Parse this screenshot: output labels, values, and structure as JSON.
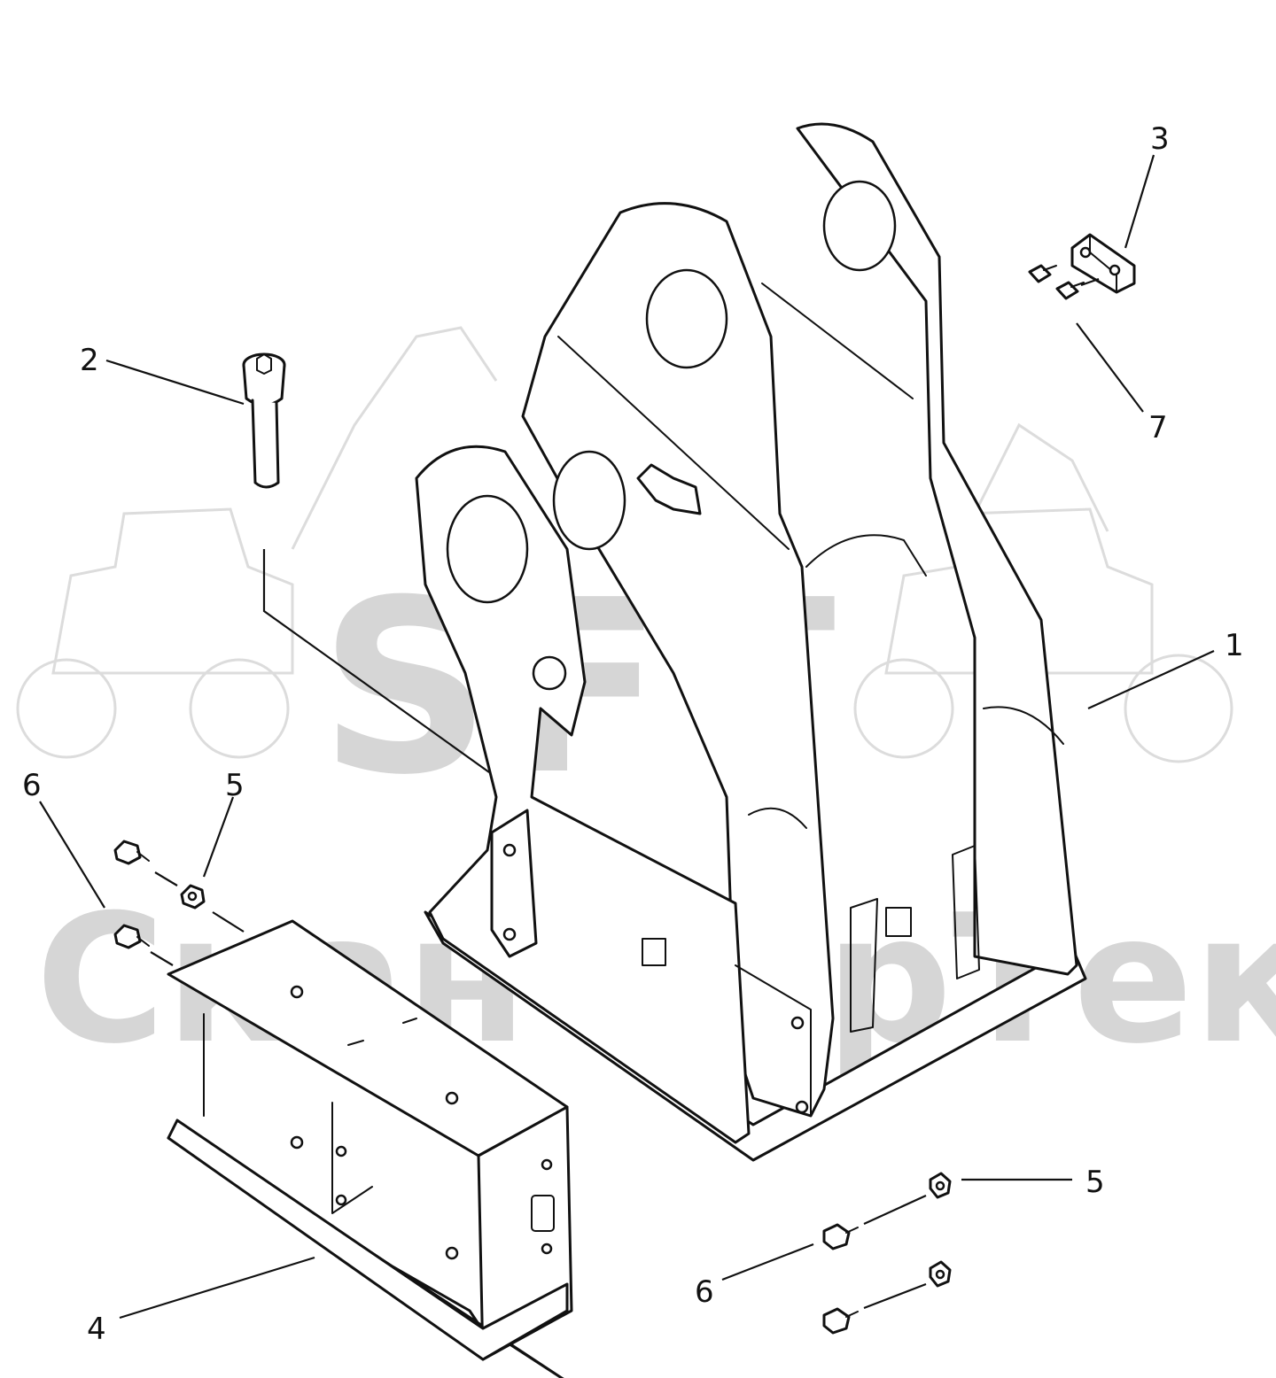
{
  "watermark": {
    "logo_text": "SFT",
    "company_text": "СканФорТек"
  },
  "callouts": [
    {
      "id": "1",
      "label": "1"
    },
    {
      "id": "2",
      "label": "2"
    },
    {
      "id": "3",
      "label": "3"
    },
    {
      "id": "4",
      "label": "4"
    },
    {
      "id": "5a",
      "label": "5"
    },
    {
      "id": "5b",
      "label": "5"
    },
    {
      "id": "6a",
      "label": "6"
    },
    {
      "id": "6b",
      "label": "6"
    },
    {
      "id": "7",
      "label": "7"
    }
  ]
}
